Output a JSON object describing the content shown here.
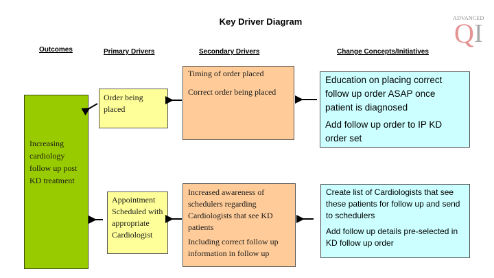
{
  "title": "Key Driver Diagram",
  "logo": {
    "top_text": "ADVANCED",
    "letters_q": "Q",
    "letters_i": "I",
    "q_color": "#e08080",
    "i_color": "#9a9a9a"
  },
  "headers": {
    "outcomes": "Outcomes",
    "primary": "Primary Drivers",
    "secondary": "Secondary Drivers",
    "change": "Change Concepts/Initiatives"
  },
  "outcome": {
    "text": "Increasing cardiology follow up post KD treatment",
    "color": "#99cc00"
  },
  "primary_drivers": [
    {
      "text": "Order being placed"
    },
    {
      "text": "Appointment Scheduled with appropriate Cardiologist"
    }
  ],
  "secondary_drivers": [
    {
      "items": [
        "Timing of order placed",
        "Correct order being placed"
      ]
    },
    {
      "items": [
        "Increased awareness of schedulers regarding Cardiologists that see KD patients",
        "Including correct follow up information in follow up"
      ]
    }
  ],
  "change_concepts": [
    {
      "items": [
        "Education on placing correct follow up order ASAP once patient is diagnosed",
        "Add follow up order to IP KD order set"
      ]
    },
    {
      "items": [
        "Create list of Cardiologists that see these patients for follow up and send to schedulers",
        "Add follow up details pre-selected in KD follow up order"
      ]
    }
  ],
  "colors": {
    "primary": "#ffff99",
    "secondary": "#ffcc99",
    "change": "#ccffff"
  }
}
